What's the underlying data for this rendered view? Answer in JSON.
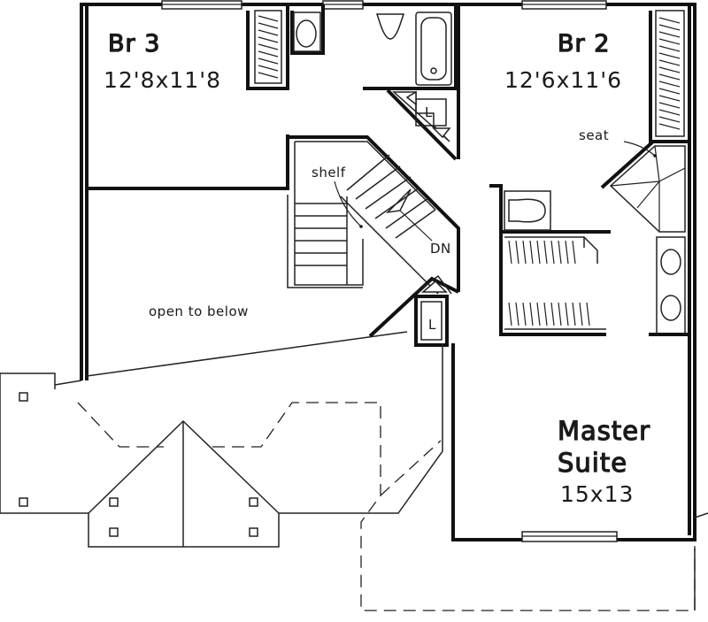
{
  "rooms": {
    "br3": {
      "name": "Br 3",
      "size": "12'8x11'8"
    },
    "br2": {
      "name": "Br 2",
      "size": "12'6x11'6"
    },
    "master": {
      "name_line1": "Master",
      "name_line2": "Suite",
      "size": "15x13"
    }
  },
  "labels": {
    "seat": "seat",
    "shelf": "shelf",
    "down": "DN",
    "open_to_below": "open to below",
    "linen_upper": "L",
    "linen_lower": "L"
  }
}
